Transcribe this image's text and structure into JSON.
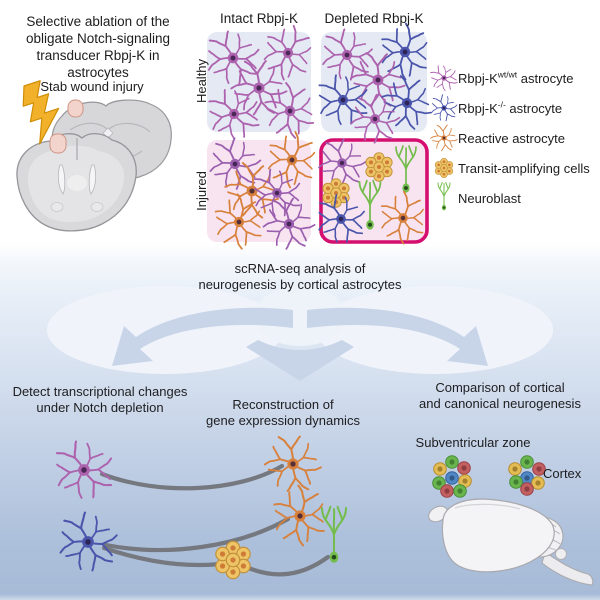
{
  "header": {
    "title_lines": [
      "Selective ablation of the",
      "obligate Notch-signaling",
      "transducer Rbpj-K in astrocytes"
    ],
    "injury_label": "Stab wound injury"
  },
  "panels": {
    "col_headers": [
      "Intact Rbpj-K",
      "Depleted Rbpj-K"
    ],
    "row_labels": [
      "Healthy",
      "Injured"
    ]
  },
  "legend": {
    "items": [
      {
        "icon": "purple-astrocyte-icon",
        "pre": "Rbpj-K",
        "sup": "wt/wt",
        "post": " astrocyte"
      },
      {
        "icon": "blue-astrocyte-icon",
        "pre": "Rbpj-K",
        "sup": "-/-",
        "post": " astrocyte"
      },
      {
        "icon": "orange-astrocyte-icon",
        "pre": "Reactive astrocyte",
        "sup": "",
        "post": ""
      },
      {
        "icon": "transit-amplifying-cells-icon",
        "pre": "Transit-amplifying cells",
        "sup": "",
        "post": ""
      },
      {
        "icon": "neuroblast-icon",
        "pre": "Neuroblast",
        "sup": "",
        "post": ""
      }
    ]
  },
  "middle": {
    "caption_lines": [
      "scRNA-seq analysis of",
      "neurogenesis by cortical astrocytes"
    ]
  },
  "outcomes": [
    {
      "lines": [
        "Detect transcriptional changes",
        "under Notch depletion"
      ]
    },
    {
      "lines": [
        "Reconstruction of",
        "gene expression dynamics"
      ]
    },
    {
      "lines": [
        "Comparison of cortical",
        "and canonical neurogenesis"
      ]
    }
  ],
  "bottom_right": {
    "svz_label": "Subventricular zone",
    "cortex_label": "Cortex"
  },
  "colors": {
    "wt_astrocyte": "#ad62ae",
    "ko_astrocyte": "#4a55ab",
    "reactive_astrocyte": "#d8813c",
    "transit_cells": "#eec566",
    "neuroblast": "#74bd4d",
    "healthy_panel_bg": "#e4e9f4",
    "injured_panel_bg": "#f8e4f1",
    "highlight_border": "#d40f6f",
    "arrow_fill": "#c8d5e9",
    "lightning": "#f2b12b",
    "background_bottom": "#a7bbd8",
    "trajectory_line": "#75787f"
  }
}
